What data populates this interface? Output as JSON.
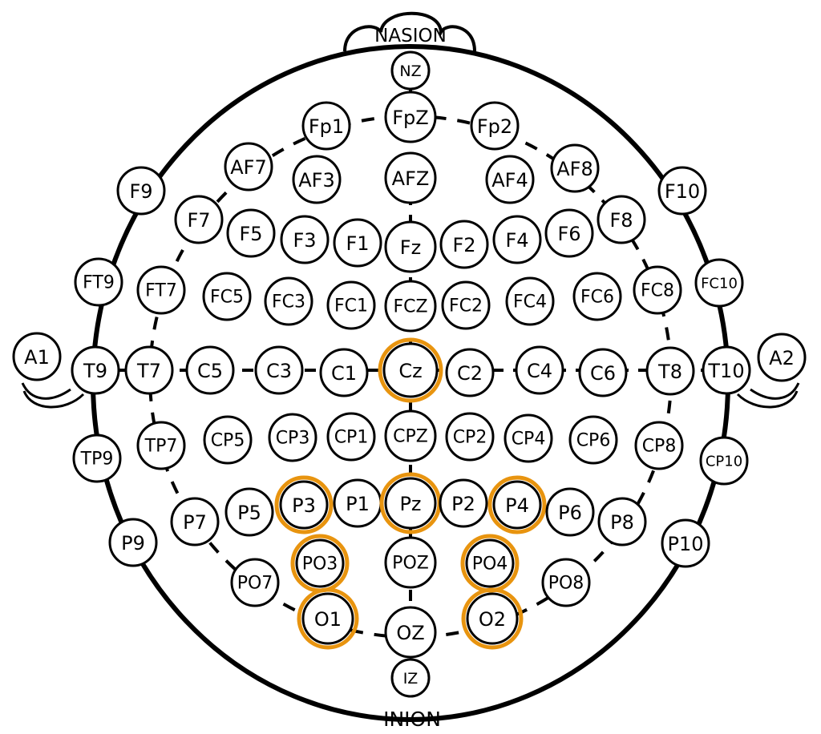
{
  "colors": {
    "highlight": "#E8940F",
    "outline": "#000000",
    "background": "#ffffff"
  },
  "landmarks": {
    "nasion": "NASION",
    "inion": "INION"
  },
  "electrodes": {
    "NZ": "NZ",
    "IZ": "IZ",
    "FpZ": "FpZ",
    "Fp1": "Fp1",
    "Fp2": "Fp2",
    "AF7": "AF7",
    "AF3": "AF3",
    "AFZ": "AFZ",
    "AF4": "AF4",
    "AF8": "AF8",
    "F9": "F9",
    "F10": "F10",
    "F7": "F7",
    "F5": "F5",
    "F3": "F3",
    "F1": "F1",
    "Fz": "Fz",
    "F2": "F2",
    "F4": "F4",
    "F6": "F6",
    "F8": "F8",
    "FT9": "FT9",
    "FT7": "FT7",
    "FC5": "FC5",
    "FC3": "FC3",
    "FC1": "FC1",
    "FCZ": "FCZ",
    "FC2": "FC2",
    "FC4": "FC4",
    "FC6": "FC6",
    "FC8": "FC8",
    "FC10": "FC10",
    "A1": "A1",
    "T9": "T9",
    "T7": "T7",
    "C5": "C5",
    "C3": "C3",
    "C1": "C1",
    "Cz": "Cz",
    "C2": "C2",
    "C4": "C4",
    "C6": "C6",
    "T8": "T8",
    "T10": "T10",
    "A2": "A2",
    "TP9": "TP9",
    "TP7": "TP7",
    "CP5": "CP5",
    "CP3": "CP3",
    "CP1": "CP1",
    "CPZ": "CPZ",
    "CP2": "CP2",
    "CP4": "CP4",
    "CP6": "CP6",
    "CP8": "CP8",
    "CP10": "CP10",
    "P9": "P9",
    "P7": "P7",
    "P5": "P5",
    "P3": "P3",
    "P1": "P1",
    "Pz": "Pz",
    "P2": "P2",
    "P4": "P4",
    "P6": "P6",
    "P8": "P8",
    "P10": "P10",
    "PO7": "PO7",
    "PO3": "PO3",
    "POZ": "POZ",
    "PO4": "PO4",
    "PO8": "PO8",
    "O1": "O1",
    "OZ": "OZ",
    "O2": "O2"
  },
  "highlighted": [
    "Cz",
    "Pz",
    "P3",
    "P4",
    "PO3",
    "PO4",
    "O1",
    "O2"
  ]
}
